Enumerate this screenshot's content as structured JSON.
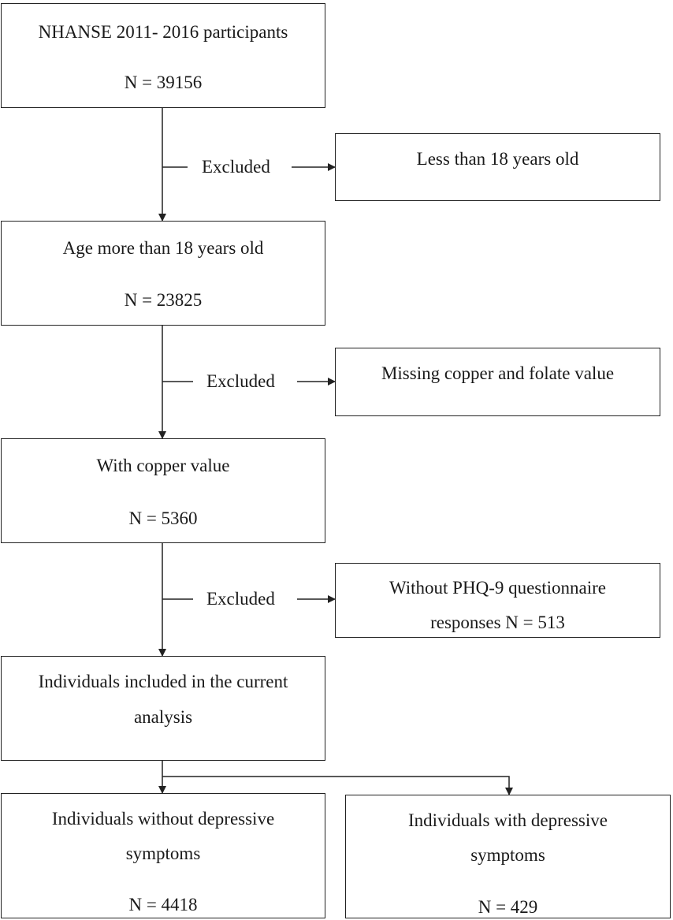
{
  "boxes": {
    "participants": {
      "title": "NHANSE 2011- 2016 participants",
      "count": "N = 39156"
    },
    "age": {
      "title": "Age more than 18 years old",
      "count": "N = 23825"
    },
    "copper": {
      "title": "With copper value",
      "count": "N = 5360"
    },
    "included": {
      "line1": "Individuals included in the current",
      "line2": "analysis"
    },
    "without_dep": {
      "line1": "Individuals without depressive",
      "line2": "symptoms",
      "count": "N = 4418"
    },
    "with_dep": {
      "line1": "Individuals with depressive",
      "line2": "symptoms",
      "count": "N = 429"
    }
  },
  "exclusions": [
    {
      "label": "Excluded",
      "reason": "Less than 18 years old"
    },
    {
      "label": "Excluded",
      "reason": "Missing copper and folate value"
    },
    {
      "label": "Excluded",
      "reason_line1": "Without PHQ-9 questionnaire",
      "reason_line2": "responses N = 513"
    }
  ]
}
